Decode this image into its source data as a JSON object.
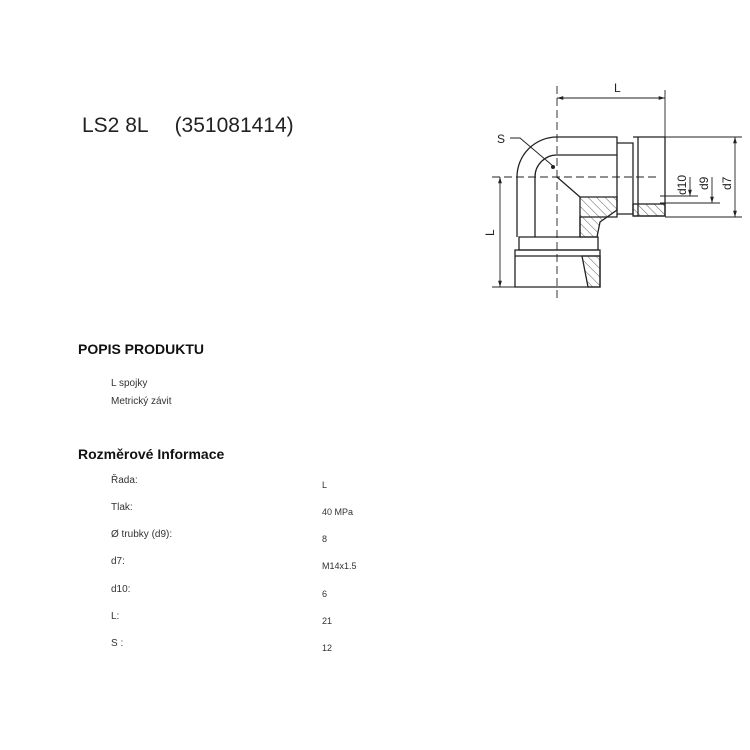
{
  "product": {
    "name": "LS2 8L",
    "code": "(351081414)"
  },
  "description": {
    "heading": "POPIS PRODUKTU",
    "lines": [
      "L spojky",
      "Metrický závit"
    ]
  },
  "dimensions": {
    "heading": "Rozměrové Informace",
    "rows": [
      {
        "label": "Řada:",
        "value": "L"
      },
      {
        "label": "Tlak:",
        "value": "40  MPa"
      },
      {
        "label": "Ø trubky (d9):",
        "value": "8"
      },
      {
        "label": "d7:",
        "value": "M14x1.5"
      },
      {
        "label": "d10:",
        "value": "6"
      },
      {
        "label": "L:",
        "value": "21"
      },
      {
        "label": "S :",
        "value": "12"
      }
    ]
  },
  "drawing": {
    "label_L_top": "L",
    "label_L_left": "L",
    "label_S": "S",
    "label_d10": "d10",
    "label_d9": "d9",
    "label_d7": "d7"
  }
}
